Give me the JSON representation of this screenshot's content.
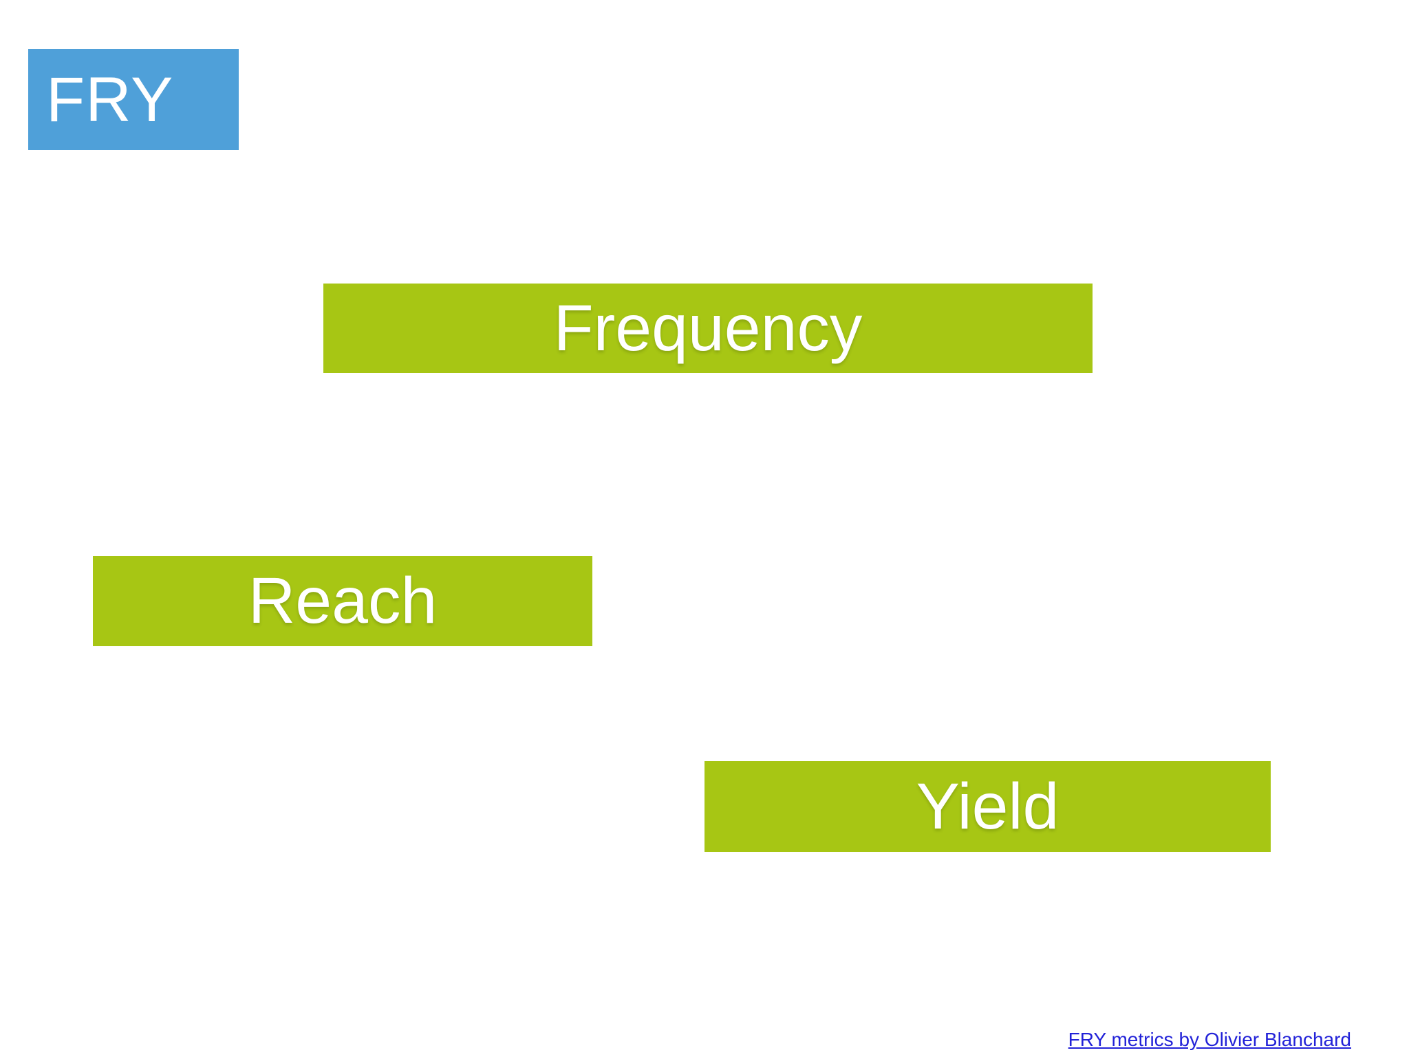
{
  "slide": {
    "badge": {
      "label": "FRY"
    },
    "bars": [
      {
        "label": "Frequency"
      },
      {
        "label": "Reach"
      },
      {
        "label": "Yield"
      }
    ],
    "footer_link": {
      "label": "FRY metrics by Olivier Blanchard"
    },
    "colors": {
      "background": "#FFFFFF",
      "badge_blue": "#4FA0D9",
      "bar_green": "#A7C614",
      "label_white": "#FFFFFF",
      "link_blue": "#2222D8"
    }
  }
}
